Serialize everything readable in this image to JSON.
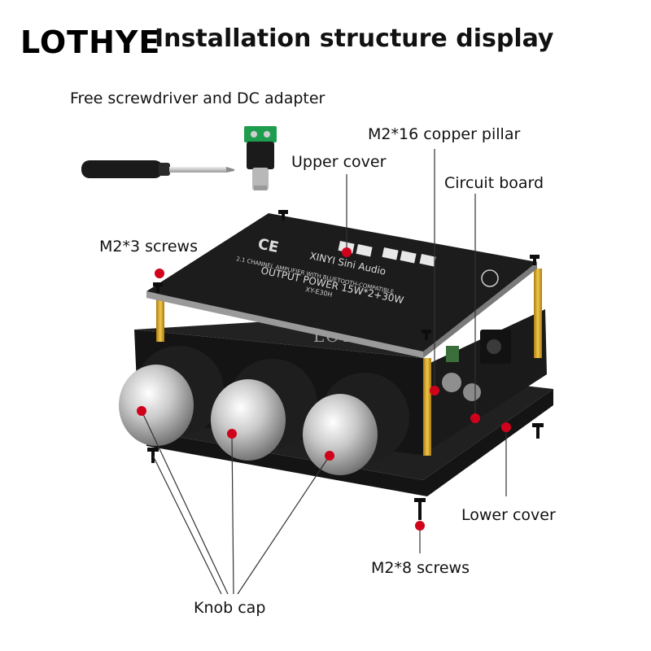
{
  "header": {
    "brand": "LOTHYE",
    "title": "Installation structure display"
  },
  "labels": {
    "accessories": "Free screwdriver and DC adapter",
    "copper_pillar": "M2*16 copper pillar",
    "upper_cover": "Upper cover",
    "circuit_board": "Circuit board",
    "m2x3_screws": "M2*3 screws",
    "lower_cover": "Lower cover",
    "m2x8_screws": "M2*8 screws",
    "knob_cap": "Knob cap"
  },
  "board_print": {
    "brand_line": "XINYI Sini Audio",
    "desc_line": "2.1 CHANNEL AMPLIFIER WITH BLUETOOTH-COMPATIBLE",
    "power_line": "OUTPUT POWER 15W*2+30W",
    "model_line": "XY-E30H",
    "ce_mark": "CE",
    "watermark": "LOTHYE"
  },
  "colors": {
    "marker": "#d0021b",
    "leader": "#333333",
    "board": "#1c1c1c",
    "pillar": "#d4a21c"
  },
  "icons": [
    "screwdriver-icon",
    "dc-adapter-icon",
    "screw-icon",
    "knob-icon"
  ]
}
